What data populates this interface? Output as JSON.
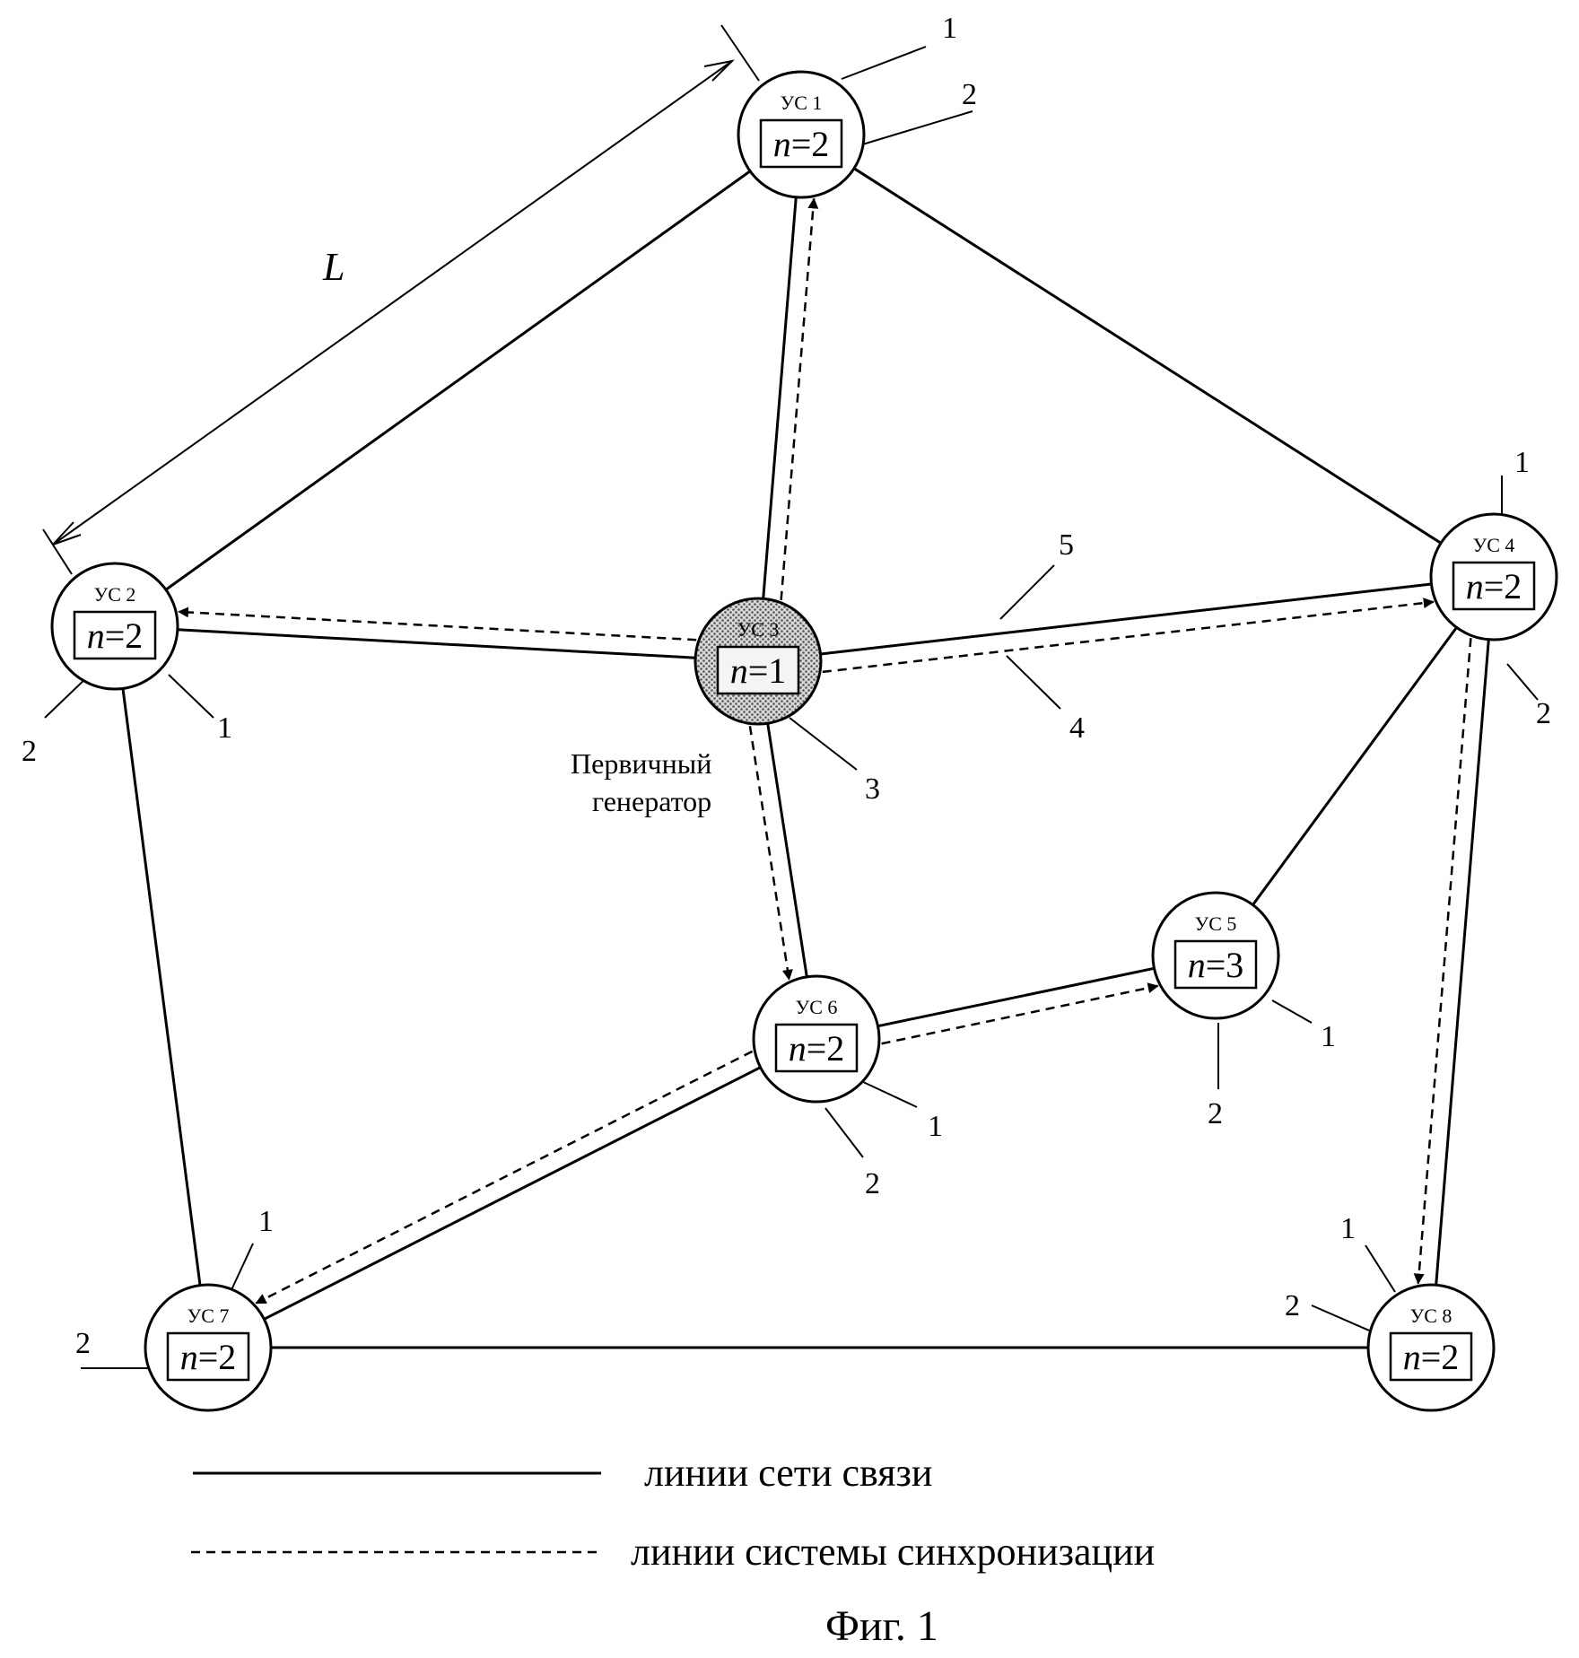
{
  "nodes": [
    {
      "id": "1",
      "label": "УС 1",
      "n": "2",
      "primary": false
    },
    {
      "id": "2",
      "label": "УС 2",
      "n": "2",
      "primary": false
    },
    {
      "id": "3",
      "label": "УС 3",
      "n": "1",
      "primary": true
    },
    {
      "id": "4",
      "label": "УС 4",
      "n": "2",
      "primary": false
    },
    {
      "id": "5",
      "label": "УС 5",
      "n": "3",
      "primary": false
    },
    {
      "id": "6",
      "label": "УС 6",
      "n": "2",
      "primary": false
    },
    {
      "id": "7",
      "label": "УС 7",
      "n": "2",
      "primary": false
    },
    {
      "id": "8",
      "label": "УС 8",
      "n": "2",
      "primary": false
    }
  ],
  "n_symbol": "n",
  "n_eq": "=",
  "network_links": [
    [
      "1",
      "2"
    ],
    [
      "1",
      "3"
    ],
    [
      "1",
      "4"
    ],
    [
      "2",
      "3"
    ],
    [
      "3",
      "4"
    ],
    [
      "2",
      "7"
    ],
    [
      "3",
      "6"
    ],
    [
      "4",
      "5"
    ],
    [
      "4",
      "8"
    ],
    [
      "5",
      "6"
    ],
    [
      "6",
      "7"
    ],
    [
      "7",
      "8"
    ]
  ],
  "sync_links": [
    [
      "3",
      "1"
    ],
    [
      "3",
      "2"
    ],
    [
      "3",
      "4"
    ],
    [
      "3",
      "6"
    ],
    [
      "6",
      "5"
    ],
    [
      "6",
      "7"
    ],
    [
      "4",
      "8"
    ]
  ],
  "primary_label_line1": "Первичный",
  "primary_label_line2": "генератор",
  "distance_label": "L",
  "callouts": {
    "c1a": "1",
    "c1b": "2",
    "c2a": "2",
    "c2b": "1",
    "c3": "3",
    "c4a": "1",
    "c4b": "2",
    "c5": "5",
    "c4line": "4",
    "c5a": "1",
    "c5b": "2",
    "c6a": "1",
    "c6b": "2",
    "c7a": "1",
    "c7b": "2",
    "c8a": "1",
    "c8b": "2"
  },
  "legend": {
    "network": "линии сети связи",
    "sync": "линии системы синхронизации"
  },
  "caption": "Фиг. 1"
}
